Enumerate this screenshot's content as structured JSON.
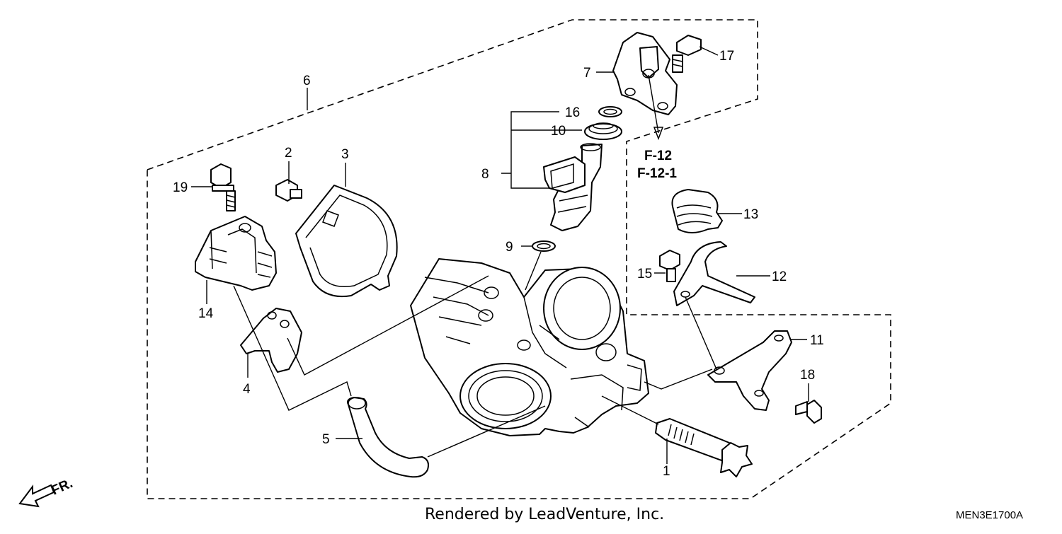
{
  "diagram": {
    "callouts": [
      "1",
      "2",
      "3",
      "4",
      "5",
      "6",
      "7",
      "8",
      "9",
      "10",
      "11",
      "12",
      "13",
      "14",
      "15",
      "16",
      "17",
      "18",
      "19"
    ],
    "references": [
      "F-12",
      "F-12-1"
    ],
    "direction_label": "FR.",
    "footer_credit": "Rendered by LeadVenture, Inc.",
    "diagram_code": "MEN3E1700A"
  }
}
